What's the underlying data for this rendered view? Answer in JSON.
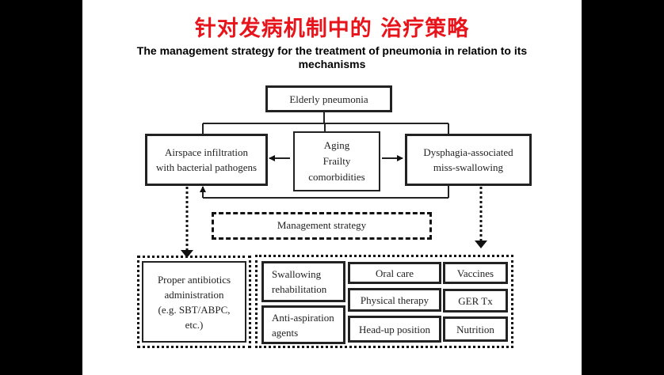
{
  "slide": {
    "title_cn": "针对发病机制中的 治疗策略",
    "title_en": "The management strategy for the treatment of pneumonia in relation to its mechanisms"
  },
  "diagram": {
    "top_box": "Elderly pneumonia",
    "left_box": "Airspace infiltration\nwith bacterial pathogens",
    "center_box": "Aging\nFrailty\ncomorbidities",
    "right_box": "Dysphagia-associated\nmiss-swallowing",
    "management_label": "Management strategy",
    "antibiotics_box": "Proper antibiotics\nadministration\n(e.g. SBT/ABPC,\netc.)",
    "swallowing_box": "Swallowing\nrehabilitation",
    "anti_aspiration_box": "Anti-aspiration\nagents",
    "oral_care_box": "Oral care",
    "physical_therapy_box": "Physical therapy",
    "head_up_box": "Head-up position",
    "vaccines_box": "Vaccines",
    "gertx_box": "GER Tx",
    "nutrition_box": "Nutrition"
  }
}
